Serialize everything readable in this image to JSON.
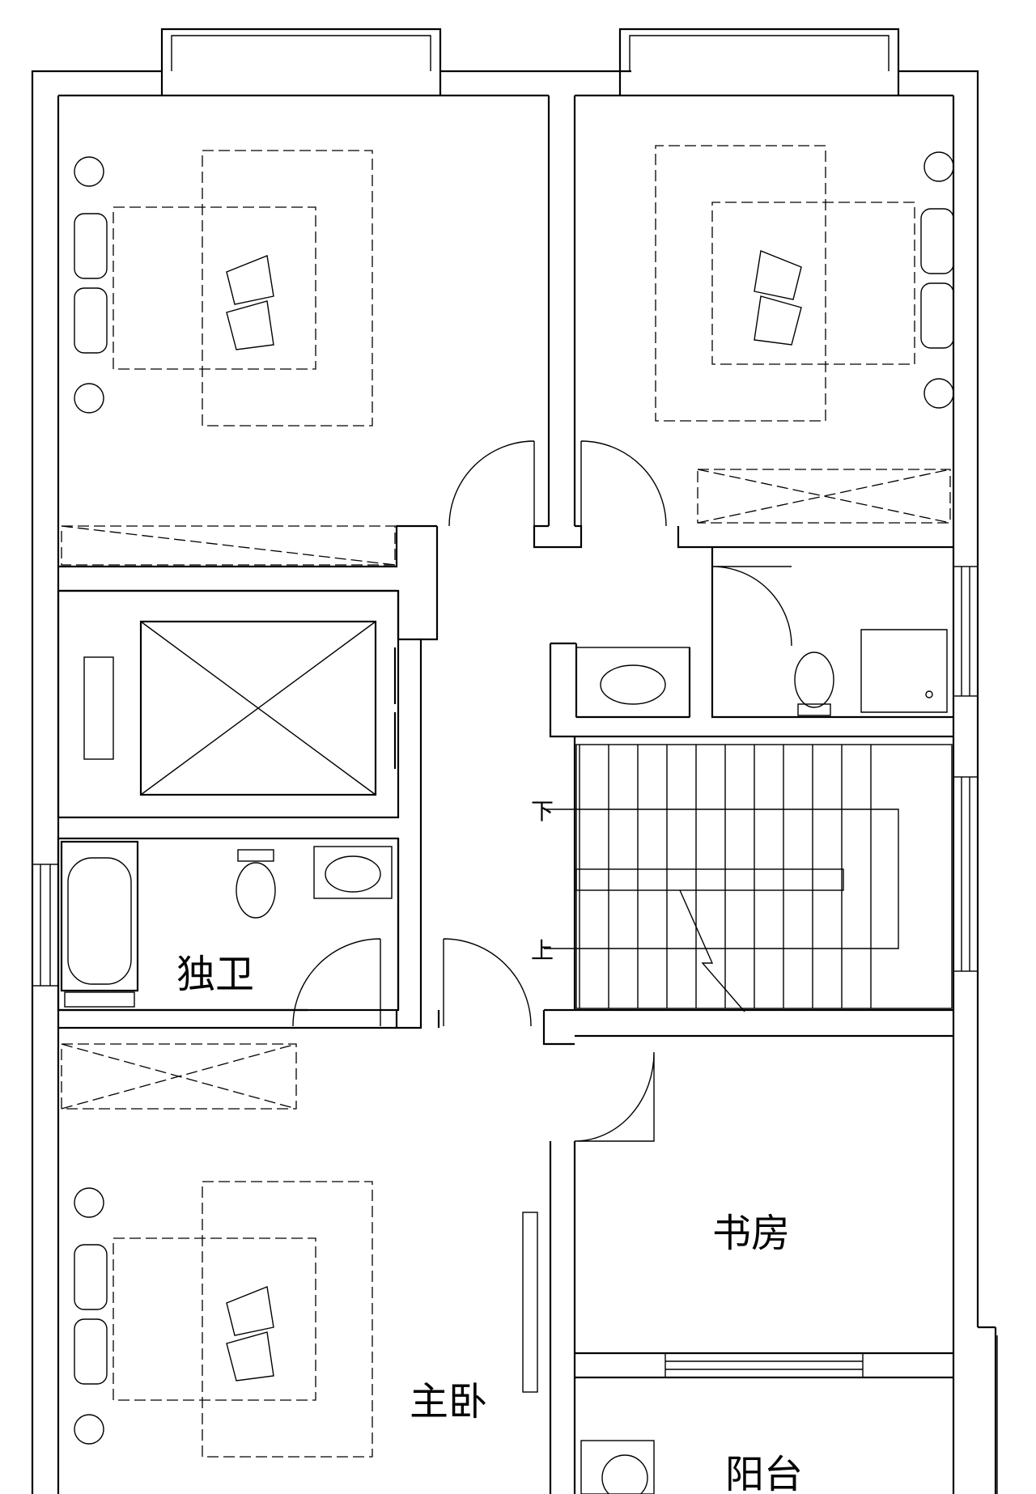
{
  "labels": {
    "private_bath": "独卫",
    "study": "书房",
    "master_bedroom": "主卧",
    "balcony": "阳台"
  },
  "stair": {
    "down": "下",
    "up": "上"
  },
  "style": {
    "line_color": "#000000",
    "background": "#ffffff"
  }
}
